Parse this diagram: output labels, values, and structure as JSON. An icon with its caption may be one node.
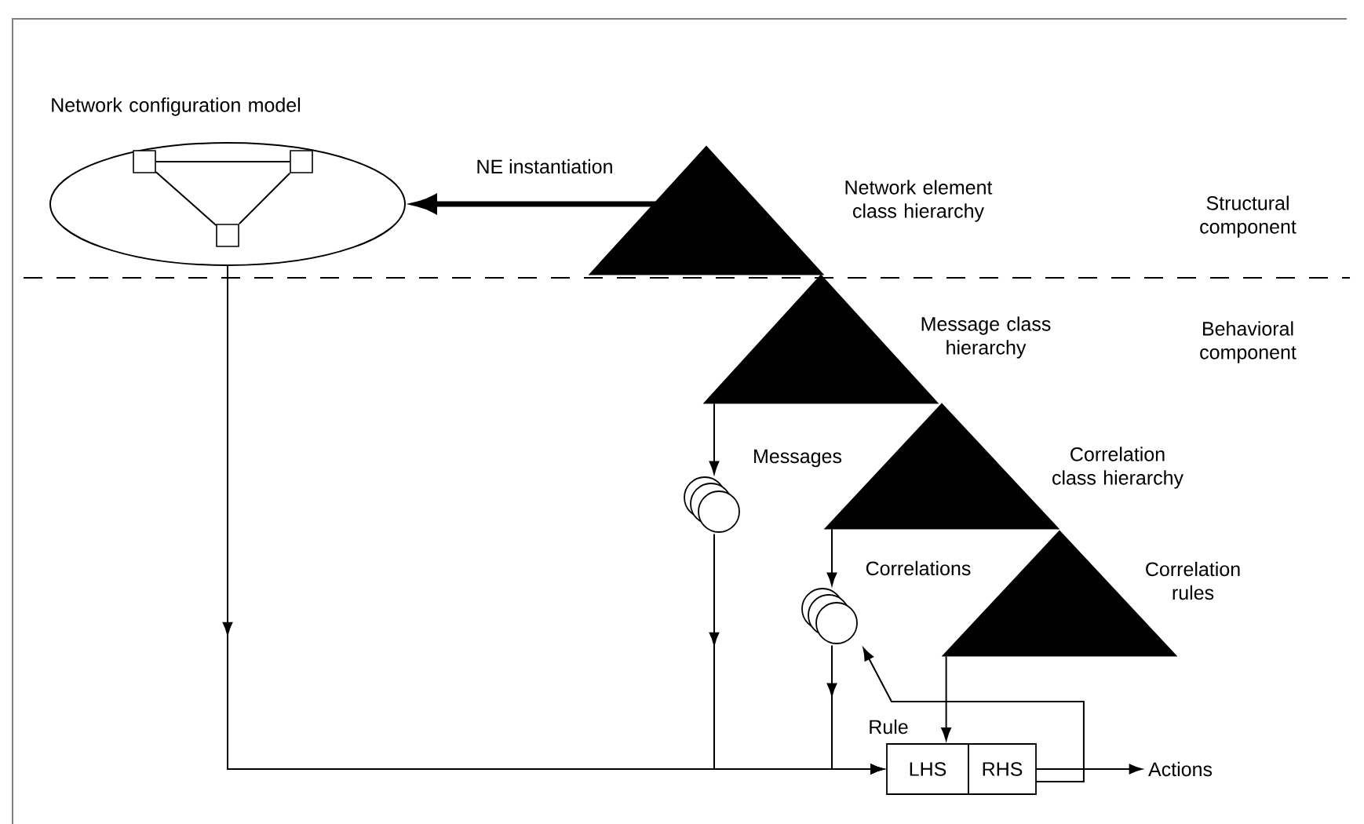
{
  "diagram": {
    "nodes": [
      {
        "text": [
          "Network configuration model"
        ]
      },
      {
        "text": [],
        "shape": "box",
        "in": 0
      },
      {
        "text": [],
        "shape": "box",
        "in": 0
      },
      {
        "text": [],
        "shape": "box",
        "in": 0
      },
      {
        "text": [
          "Network element class hierarchy"
        ]
      },
      {
        "text": [
          "Message class hierarchy"
        ]
      },
      {
        "text": [
          "Correlation class hierarchy"
        ]
      },
      {
        "text": [
          "Correlation rules"
        ]
      },
      {
        "text": [
          "Messages"
        ]
      },
      {
        "text": [
          "Correlations"
        ]
      },
      {
        "text": [
          "LHS"
        ]
      },
      {
        "text": [
          "RHS"
        ]
      },
      {
        "text": [
          "Actions"
        ]
      }
    ],
    "edges": [
      {
        "from": 4,
        "to": 0,
        "arrow": "to",
        "label": "NE instantiation",
        "style": "thick"
      },
      {
        "from": 1,
        "to": 2,
        "arrow": "none"
      },
      {
        "from": 1,
        "to": 3,
        "arrow": "none"
      },
      {
        "from": 2,
        "to": 3,
        "arrow": "none"
      },
      {
        "from": 5,
        "to": 8,
        "arrow": "to"
      },
      {
        "from": 6,
        "to": 9,
        "arrow": "to"
      },
      {
        "from": 0,
        "to": 10,
        "arrow": "to"
      },
      {
        "from": 8,
        "to": 10,
        "arrow": "to"
      },
      {
        "from": 9,
        "to": 10,
        "arrow": "to"
      },
      {
        "from": 7,
        "to": 10,
        "arrow": "to"
      },
      {
        "from": 11,
        "to": 9,
        "arrow": "to",
        "label": "Rule"
      },
      {
        "from": 11,
        "to": 12,
        "arrow": "to"
      }
    ],
    "labels": [
      "Structural component",
      "Behavioral component"
    ]
  }
}
